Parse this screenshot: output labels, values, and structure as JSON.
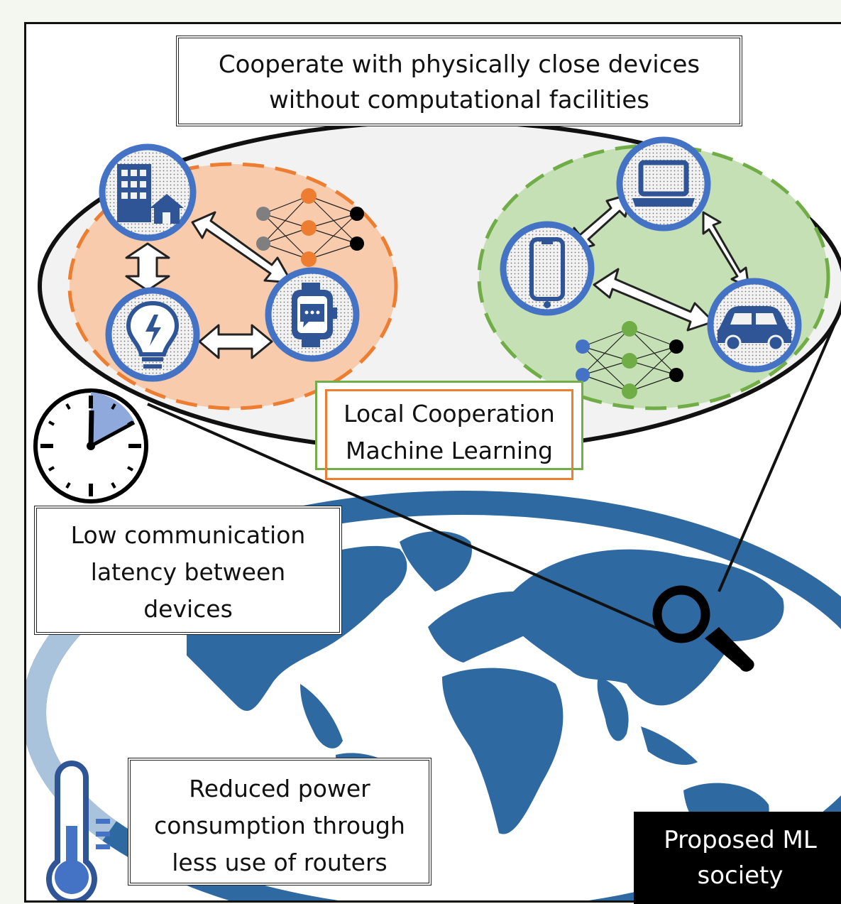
{
  "top_label": {
    "line1": "Cooperate with physically close devices",
    "line2": "without computational facilities"
  },
  "center_label": {
    "line1": "Local Cooperation",
    "line2": "Machine Learning"
  },
  "latency_label": {
    "line1": "Low communication",
    "line2": "latency between",
    "line3": "devices"
  },
  "power_label": {
    "line1": "Reduced power",
    "line2": "consumption through",
    "line3": "less use of routers"
  },
  "proposed_label": {
    "line1": "Proposed ML",
    "line2": "society"
  },
  "icons": {
    "left_cluster": [
      "buildings-house-icon",
      "smartwatch-icon",
      "lightbulb-icon"
    ],
    "right_cluster": [
      "laptop-icon",
      "smartphone-icon",
      "car-icon"
    ],
    "misc": [
      "clock-icon",
      "thermometer-icon",
      "magnifier-icon",
      "world-map-icon",
      "neural-network-icon"
    ]
  },
  "colors": {
    "orange_cluster": "#f8cbad",
    "orange_accent": "#ed7d31",
    "green_cluster": "#c5e0b4",
    "green_accent": "#70ad47",
    "icon_blue": "#2f5597",
    "icon_ring": "#4472c4",
    "map_blue": "#2e6aa1"
  }
}
